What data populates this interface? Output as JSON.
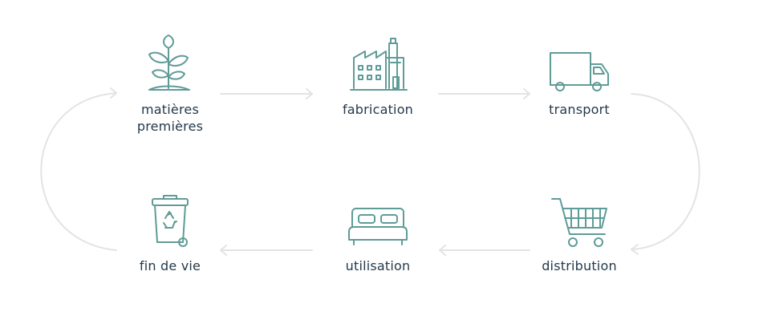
{
  "colors": {
    "icon": "#5f9c98",
    "arrow": "#e3e3e3",
    "text": "#24394a"
  },
  "stages": [
    {
      "label": "matières\npremières",
      "icon": "sprout-icon"
    },
    {
      "label": "fabrication",
      "icon": "factory-icon"
    },
    {
      "label": "transport",
      "icon": "truck-icon"
    },
    {
      "label": "distribution",
      "icon": "shopping-cart-icon"
    },
    {
      "label": "utilisation",
      "icon": "bed-icon"
    },
    {
      "label": "fin de vie",
      "icon": "recycle-bin-icon"
    }
  ]
}
